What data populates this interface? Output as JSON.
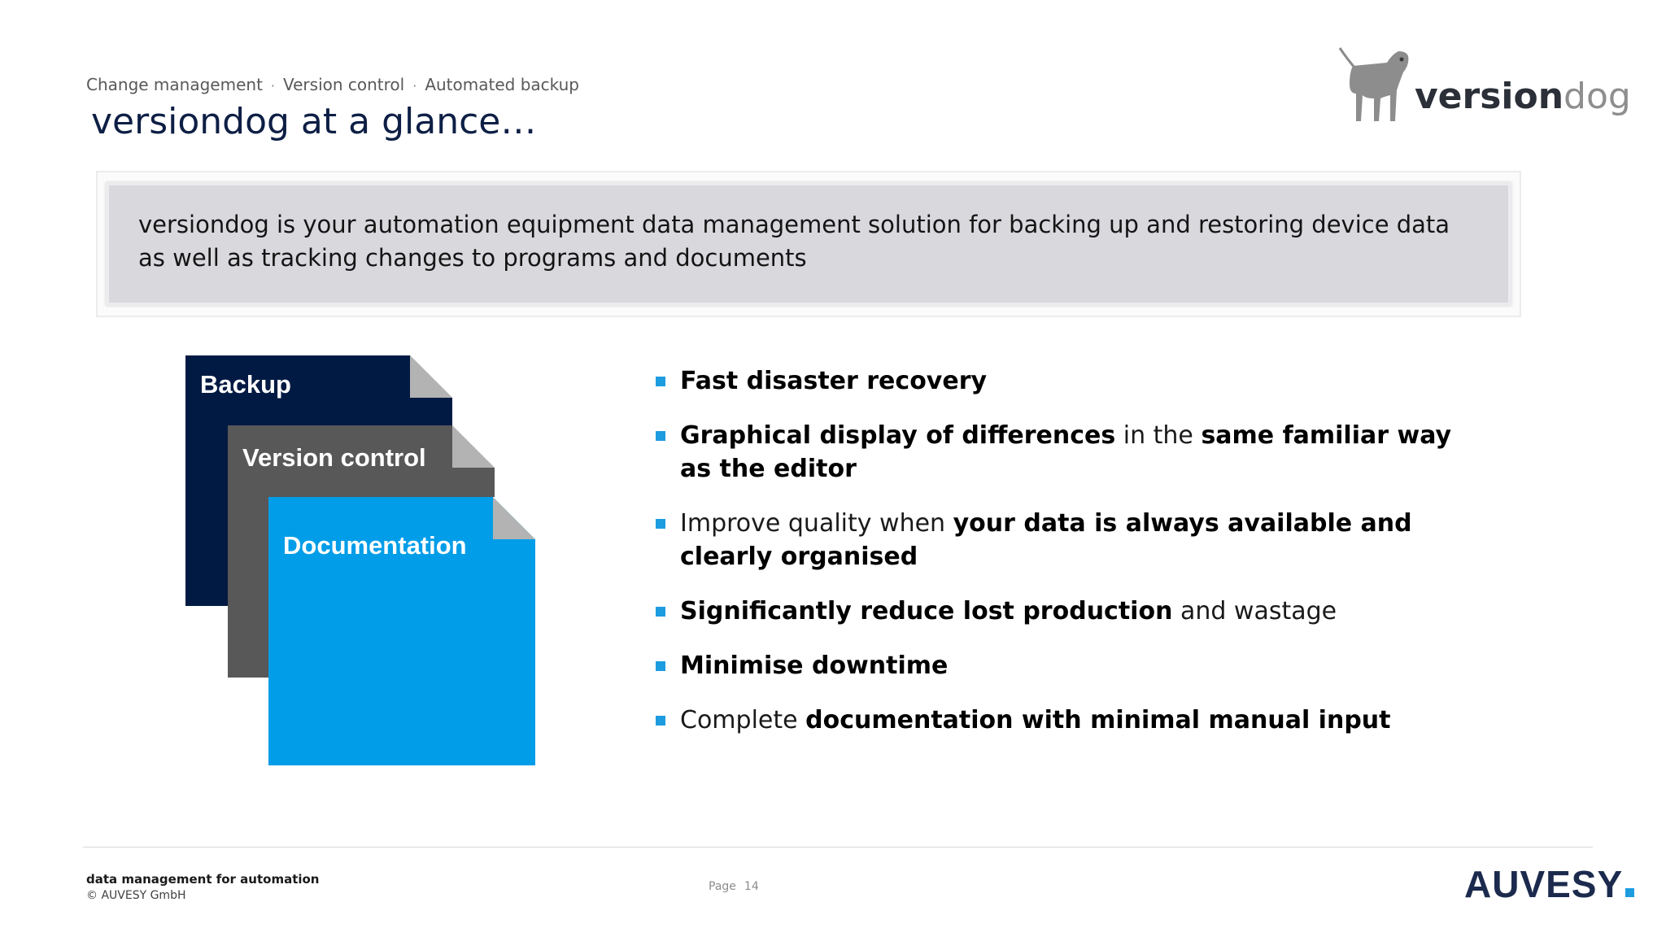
{
  "header": {
    "breadcrumb": [
      "Change management",
      "Version control",
      "Automated backup"
    ],
    "breadcrumb_separator": "·",
    "title": "versiondog at a glance…"
  },
  "logo": {
    "word_part1": "version",
    "word_part2": "dog",
    "icon": "dog-icon"
  },
  "info_box": {
    "text": "versiondog is your automation equipment data management solution for backing up and restoring device data as well as tracking changes to programs and documents"
  },
  "stack": {
    "backup": "Backup",
    "version_control": "Version control",
    "documentation": "Documentation",
    "colors": {
      "backup": "#001a43",
      "version_control": "#585858",
      "documentation": "#019de8"
    }
  },
  "bullets": [
    [
      {
        "t": "Fast disaster recovery",
        "b": true
      }
    ],
    [
      {
        "t": "Graphical display of differences",
        "b": true
      },
      {
        "t": " in the ",
        "b": false
      },
      {
        "t": "same familiar way as the editor",
        "b": true
      }
    ],
    [
      {
        "t": "Improve quality when ",
        "b": false
      },
      {
        "t": "your data is always available and clearly organised",
        "b": true
      }
    ],
    [
      {
        "t": "Significantly reduce lost production",
        "b": true
      },
      {
        "t": " and wastage",
        "b": false
      }
    ],
    [
      {
        "t": "Minimise downtime",
        "b": true
      }
    ],
    [
      {
        "t": "Complete ",
        "b": false
      },
      {
        "t": "documentation with minimal manual input",
        "b": true
      }
    ]
  ],
  "footer": {
    "tagline": "data management for automation",
    "copyright": "© AUVESY GmbH",
    "page_label": "Page",
    "page_number": "14",
    "company": "AUVESY"
  }
}
